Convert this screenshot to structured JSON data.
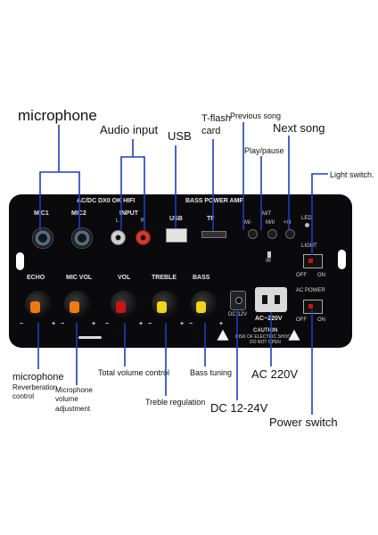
{
  "panel": {
    "brand": "AC/DC  DX0  OK HIFI",
    "model": "BASS  POWER  AMP",
    "ports": {
      "mic1": "MIC1",
      "mic2": "MIC2",
      "input": "INPUT",
      "l": "L",
      "r": "R",
      "usb": "USB",
      "tf": "TF",
      "led": "LED",
      "ir": "IR",
      "mt": "M/T"
    },
    "buttons": {
      "prev": "M/-",
      "play": "M/II",
      "next": "+/4"
    },
    "light": {
      "label": "LIGHT",
      "off": "OFF",
      "on": "ON"
    },
    "power": {
      "label": "AC POWER",
      "off": "OFF",
      "on": "ON"
    },
    "knobs": [
      {
        "label": "ECHO",
        "color": "#f07a12"
      },
      {
        "label": "MIC VOL",
        "color": "#f07a12"
      },
      {
        "label": "VOL",
        "color": "#cc1414"
      },
      {
        "label": "TREBLE",
        "color": "#f2d418"
      },
      {
        "label": "BASS",
        "color": "#f2d418"
      }
    ],
    "minus": "−",
    "plus": "+",
    "dc": "DC 12V",
    "ac": "AC~220V",
    "caution": {
      "title": "CAUTION",
      "line1": "RISK OF ELECTRIC SHOCK",
      "line2": "DO NOT OPEN"
    }
  },
  "callouts": {
    "microphone_top": "microphone",
    "audio_input": "Audio input",
    "usb": "USB",
    "tflash": "T-flash",
    "card": "card",
    "previous_song": "Previous song",
    "next_song": "Next song",
    "play_pause": "Play/pause",
    "light_switch": "Light switch.",
    "microphone_bottom": "microphone",
    "reverberation_control": "Reverberation control",
    "mic_volume_adjustment": "Microphone volume adjustment",
    "total_volume_control": "Total volume control",
    "bass_tuning": "Bass tuning",
    "ac_220v": "AC 220V",
    "treble_regulation": "Treble regulation",
    "dc_12_24v": "DC 12-24V",
    "power_switch": "Power switch"
  },
  "colors": {
    "line": "#1a3fbf",
    "panel": "#0a0a0c"
  }
}
